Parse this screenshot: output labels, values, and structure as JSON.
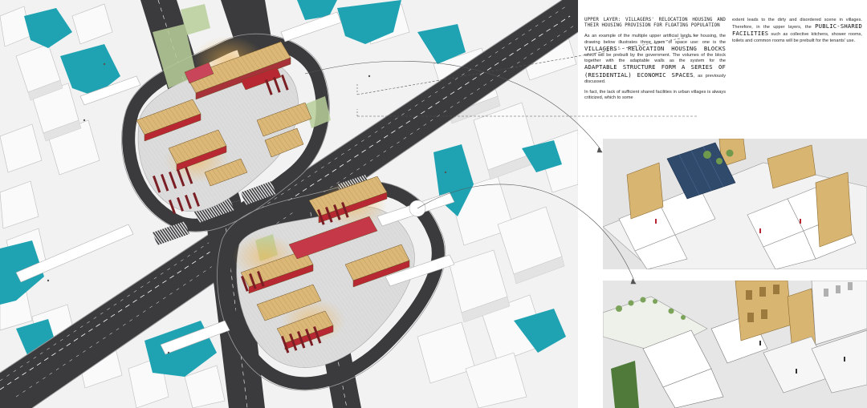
{
  "text": {
    "heading": "UPPER LAYER: VILLAGERS' RELOCATION HOUSING AND THEIR HOUSING PROVISION FOR FLOATING POPULATION",
    "p1_a": "As an example of the multiple upper artificial lands for housing, the drawing below illustrates three types of space use: one is the ",
    "p1_hl1": "VILLAGERS' RELOCATION HOUSING BLOCKS",
    "p1_b": " which will be prebuilt by the government. The volumes of the block together with the adaptable walls as the system for the ",
    "p1_hl2": "ADAPTABLE STRUCTURE FORM A SERIES OF (RESIDENTIAL) ECONOMIC SPACES",
    "p1_c": ", as previously discussed.",
    "p2": "In fact, the lack of sufficient shared facilities in urban villages is always criticized, which to some",
    "p3_a": "extent leads to the dirty and disordered scene in villages. Therefore, in the upper layers, the ",
    "p3_hl": "PUBLIC-SHARED FACILITIES",
    "p3_b": " such as collective kitchens, shower rooms, toilets and common rooms will be prebuilt for the tenants' use."
  },
  "colors": {
    "road": "#3b3b3d",
    "lane_mark": "#ffffff",
    "island": "#dcdcdc",
    "water": "#1fa3b2",
    "timber": "#d9b572",
    "red_wall": "#b82833",
    "building": "#f4f4f4",
    "building_edge": "#b5b5b5",
    "grass": "#9bbf7a"
  }
}
